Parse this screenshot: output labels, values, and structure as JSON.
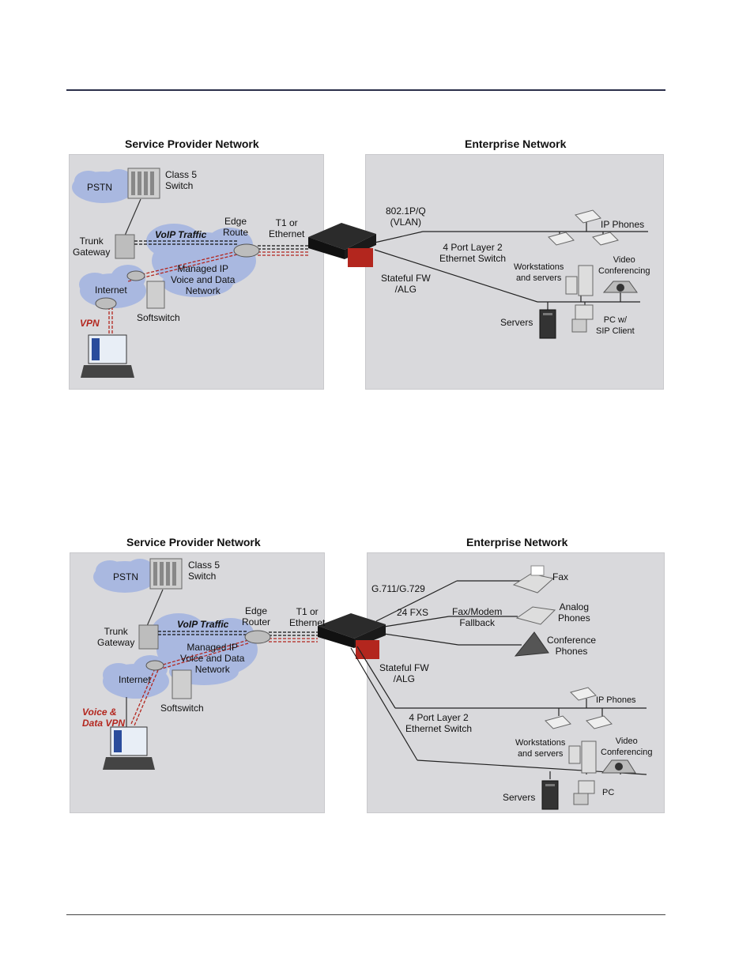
{
  "diagram1": {
    "sp_title": "Service Provider Network",
    "ent_title": "Enterprise Network",
    "pstn": "PSTN",
    "class5": "Class 5\nSwitch",
    "trunk": "Trunk\nGateway",
    "voip": "VoIP Traffic",
    "edge": "Edge\nRoute",
    "t1": "T1 or\nEthernet",
    "managed": "Managed IP\nVoice and Data\nNetwork",
    "internet": "Internet",
    "softswitch": "Softswitch",
    "vpn": "VPN",
    "vlan": "802.1P/Q\n(VLAN)",
    "ip_phones": "IP Phones",
    "switch": "4 Port Layer 2\nEthernet Switch",
    "stateful": "Stateful FW\n/ALG",
    "workstations": "Workstations\nand servers",
    "video": "Video\nConferencing",
    "servers": "Servers",
    "pc": "PC w/\nSIP Client"
  },
  "diagram2": {
    "sp_title": "Service Provider Network",
    "ent_title": "Enterprise Network",
    "pstn": "PSTN",
    "class5": "Class 5\nSwitch",
    "trunk": "Trunk\nGateway",
    "voip": "VoIP Traffic",
    "edge": "Edge\nRouter",
    "t1": "T1 or\nEthernet",
    "managed": "Managed IP\nVoice and Data\nNetwork",
    "internet": "Internet",
    "softswitch": "Softswitch",
    "vpn": "Voice &\nData VPN",
    "codec": "G.711/G.729",
    "fxs": "24 FXS",
    "fax": "Fax",
    "fallback": "Fax/Modem\nFallback",
    "analog": "Analog\nPhones",
    "conference": "Conference\nPhones",
    "stateful": "Stateful FW\n/ALG",
    "ip_phones": "IP Phones",
    "switch": "4 Port Layer 2\nEthernet Switch",
    "workstations": "Workstations\nand servers",
    "video": "Video\nConferencing",
    "servers": "Servers",
    "pc": "PC"
  },
  "colors": {
    "panel": "#d9d9dc",
    "cloud": "#a9b8e0",
    "vpn_red": "#b3261e",
    "device": "#1b1b1b"
  }
}
